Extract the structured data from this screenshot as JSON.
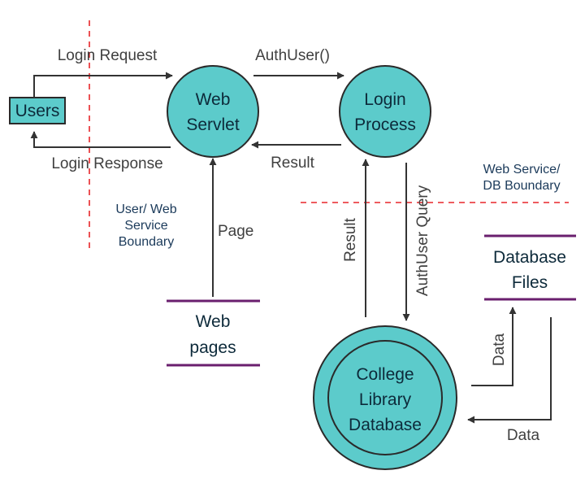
{
  "colors": {
    "process_fill": "#5ccbcb",
    "process_stroke": "#2a2a2a",
    "boundary": "#e8262a",
    "datastore_line": "#6a1f6e",
    "arrow": "#333333",
    "label_text": "#404040",
    "node_text": "#0d2a3a",
    "note_text": "#1b3a5a"
  },
  "entities": {
    "users": "Users"
  },
  "processes": {
    "web_servlet": [
      "Web",
      "Servlet"
    ],
    "login_process": [
      "Login",
      "Process"
    ],
    "database": [
      "College",
      "Library",
      "Database"
    ]
  },
  "stores": {
    "web_pages": [
      "Web",
      "pages"
    ],
    "database_files": [
      "Database",
      "Files"
    ]
  },
  "flows": {
    "login_request": "Login Request",
    "login_response": "Login Response",
    "auth_user_call": "AuthUser()",
    "result_to_servlet": "Result",
    "page": "Page",
    "result_from_db": "Result",
    "auth_user_query": "AuthUser Query",
    "data_to_files": "Data",
    "data_from_files": "Data"
  },
  "boundaries": {
    "user_web_service": [
      "User/ Web",
      "Service",
      "Boundary"
    ],
    "web_service_db": [
      "Web Service/",
      "DB Boundary"
    ]
  }
}
